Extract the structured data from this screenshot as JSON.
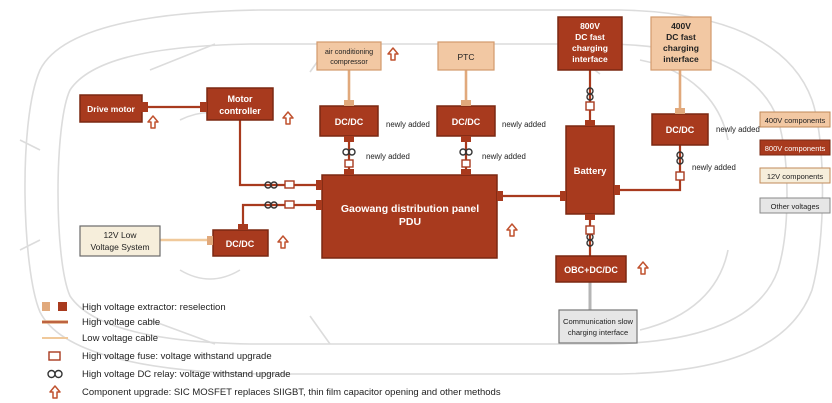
{
  "nodes": {
    "drive_motor": "Drive motor",
    "motor_controller": [
      "Motor",
      "controller"
    ],
    "ac_compressor": [
      "air conditioning",
      "compressor"
    ],
    "ptc": "PTC",
    "dc800_interface": [
      "800V",
      "DC fast",
      "charging",
      "interface"
    ],
    "dc400_interface": [
      "400V",
      "DC fast",
      "charging",
      "interface"
    ],
    "dcdc_left": "DC/DC",
    "dcdc_mid": "DC/DC",
    "dcdc_right": "DC/DC",
    "dcdc_low": "DC/DC",
    "battery": "Battery",
    "pdu": [
      "Gaowang distribution panel",
      "PDU"
    ],
    "lv_system": [
      "12V Low",
      "Voltage System"
    ],
    "obc": "OBC+DC/DC",
    "slow_charging": [
      "Communication slow",
      "charging interface"
    ]
  },
  "annotations": {
    "newly_added": "newly added"
  },
  "side_legend": {
    "v400": "400V components",
    "v800": "800V components",
    "v12": "12V components",
    "other": "Other voltages"
  },
  "legend": {
    "extractor": "High voltage extractor: reselection",
    "hv_cable": "High voltage cable",
    "lv_cable": "Low voltage cable",
    "fuse": "High voltage fuse: voltage withstand upgrade",
    "relay": "High voltage DC relay: voltage withstand upgrade",
    "upgrade": "Component upgrade: SIC MOSFET replaces SIIGBT, thin film capacitor opening and other methods"
  },
  "colors": {
    "v800": "#a83a1e",
    "v400": "#f2c8a3",
    "v12": "#f6eedb",
    "other": "#e6e6e6"
  }
}
